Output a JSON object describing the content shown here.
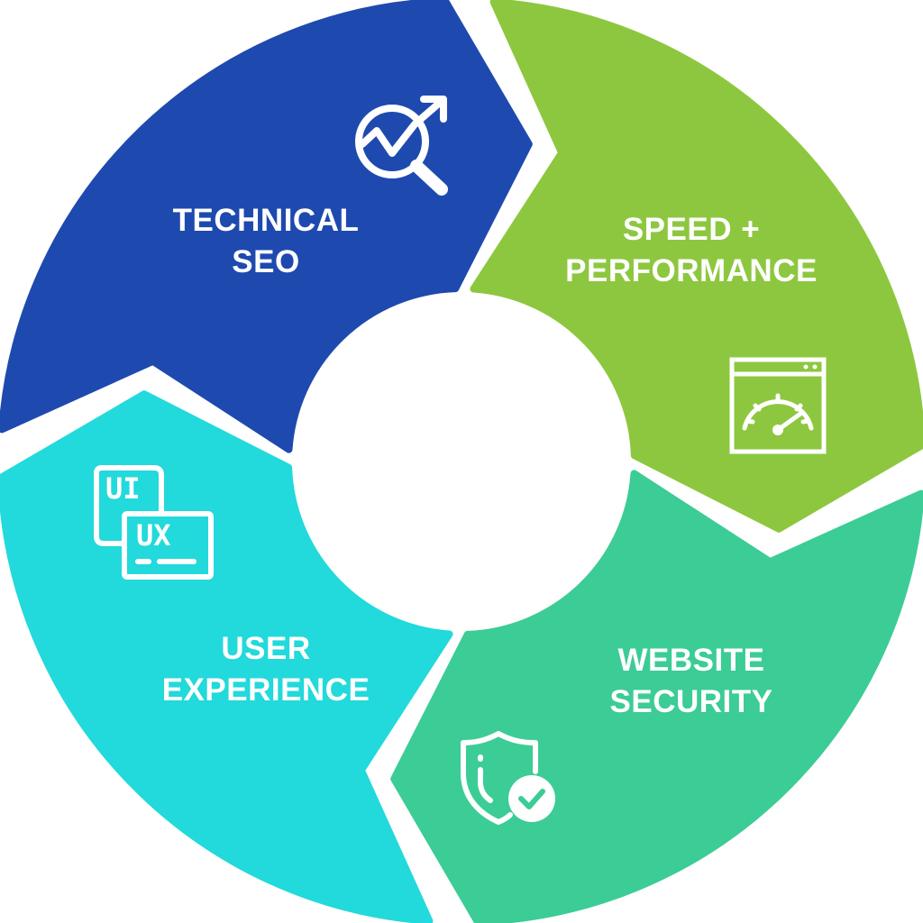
{
  "segments": [
    {
      "id": "technical-seo",
      "lines": [
        "TECHNICAL",
        "SEO"
      ],
      "color": "#1E4AAF",
      "icon": "seo-magnifier-chart-icon"
    },
    {
      "id": "speed-performance",
      "lines": [
        "SPEED +",
        "PERFORMANCE"
      ],
      "color": "#8DC73F",
      "icon": "speed-gauge-icon"
    },
    {
      "id": "website-security",
      "lines": [
        "WEBSITE",
        "SECURITY"
      ],
      "color": "#3CCC96",
      "icon": "shield-check-icon"
    },
    {
      "id": "user-experience",
      "lines": [
        "USER",
        "EXPERIENCE"
      ],
      "color": "#22D9DB",
      "icon": "ui-ux-icon"
    }
  ],
  "icon_text": {
    "ui": "UI",
    "ux": "UX"
  }
}
